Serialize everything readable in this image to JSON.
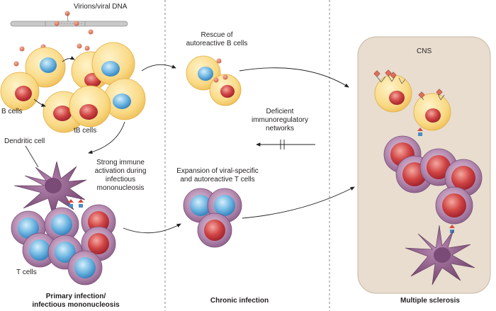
{
  "labels": {
    "virions": "Virions/viral DNA",
    "b_cells": "B cells",
    "tb_cells": "tB cells",
    "dendritic_cell": "Dendritic cell",
    "strong_immune": [
      "Strong immune",
      "activation during",
      "infectious",
      "mononucleosis"
    ],
    "t_cells": "T cells",
    "rescue": [
      "Rescue of",
      "autoreactive B cells"
    ],
    "deficient": [
      "Deficient",
      "immunoregulatory",
      "networks"
    ],
    "expansion": [
      "Expansion of viral-specific",
      "and autoreactive T cells"
    ],
    "cns": "CNS"
  },
  "stages": [
    {
      "label": [
        "Primary infection/",
        "infectious mononucleosis"
      ]
    },
    {
      "label": [
        "Chronic infection"
      ]
    },
    {
      "label": [
        "Multiple sclerosis"
      ]
    }
  ],
  "colors": {
    "b_cell_body": "#f7d27a",
    "b_cell_border": "#e9b94a",
    "b_nucleus_blue": "#5aa7d6",
    "nucleus_red": "#c0333a",
    "t_cell_outer": "#a77aa2",
    "dendritic": "#8a5a86",
    "virion": "#d9755f",
    "cns_bg": "#e8ddcf",
    "divider": "#9a9a9a"
  }
}
